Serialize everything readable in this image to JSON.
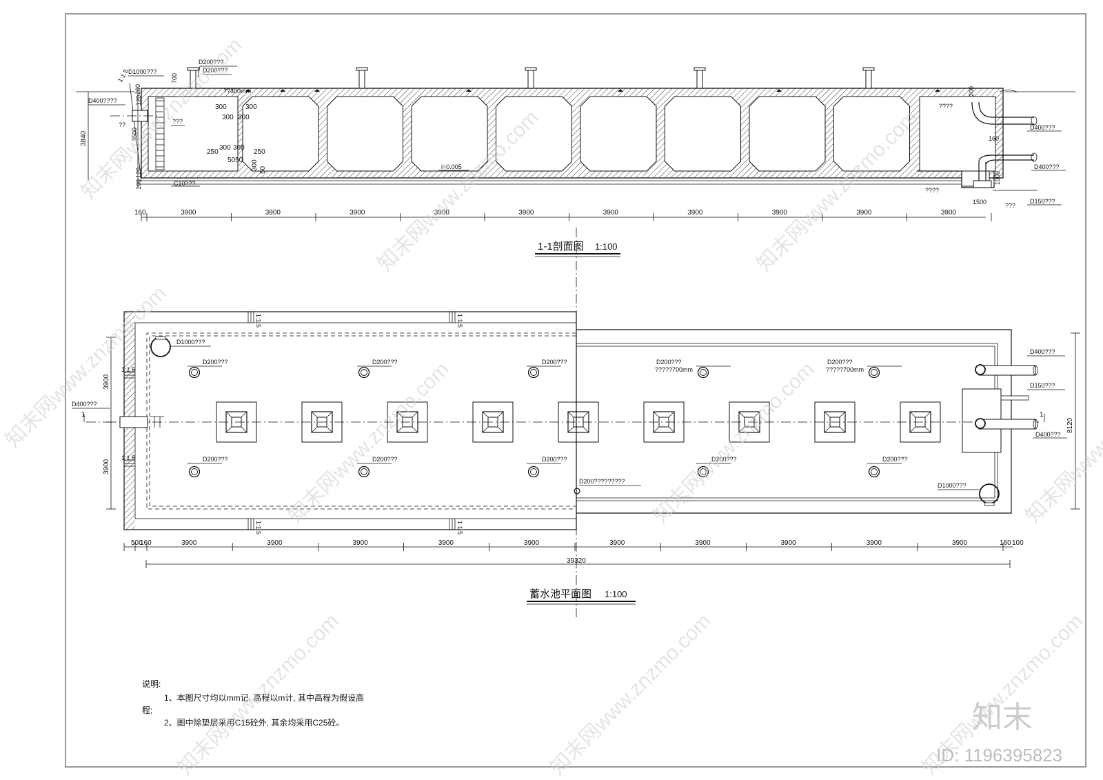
{
  "section": {
    "title": "1-1剖面图",
    "scale": "1:100",
    "labels": {
      "d200_a": "D200???",
      "d200_b": "D200???",
      "d1000": "D1000???",
      "d400_left": "D400????",
      "slope": "1:1.5",
      "dim_700": "700",
      "dim_200": "200",
      "cover_note": "??300mm",
      "w300a": "300",
      "w300b": "300",
      "w300c": "300",
      "w300d": "300",
      "w300e": "300",
      "w300f": "300",
      "d250a": "250",
      "d250b": "250",
      "d5050": "5050",
      "d300v": "300",
      "d50": "50",
      "q2": "??",
      "q3": "???",
      "c10": "C10???",
      "slope_i": "i=0.005",
      "right_q4a": "????",
      "right_q4b": "????",
      "d400_r1": "D400???",
      "d400_r2": "D400???",
      "d150": "D150???",
      "dim_160": "160",
      "dim_1000": "1000",
      "dim_1500": "1500",
      "dim_q3": "???",
      "r200": "200",
      "v3840": "3840",
      "v3500": "3500",
      "v120a": "120",
      "v120b": "120",
      "v100": "100"
    },
    "dims_bottom": [
      "160",
      "3900",
      "3900",
      "3900",
      "3900",
      "3900",
      "3900",
      "3900",
      "3900",
      "3900",
      "3900"
    ]
  },
  "plan": {
    "title": "蓄水池平面图",
    "scale": "1:100",
    "labels": {
      "d1000_tl": "D1000???",
      "d1000_br": "D1000???",
      "d200": "D200???",
      "d200_700": "?????700mm",
      "d200_center": "D200?????????",
      "d400_left": "D400???",
      "d400_r1": "D400???",
      "d400_r2": "D400???",
      "d150": "D150???",
      "slope": "1:1.5",
      "cut": "1",
      "v3900a": "3900",
      "v3900b": "3900",
      "v8120": "8120"
    },
    "dims_left": [
      "500",
      "160"
    ],
    "dims_bottom": [
      "3900",
      "3900",
      "3900",
      "3900",
      "3900",
      "3900",
      "3900",
      "3900",
      "3900",
      "3900"
    ],
    "dims_right": [
      "160",
      "100"
    ],
    "total": "39320"
  },
  "notes": {
    "heading": "说明:",
    "line1": "1、本图尺寸均以mm记, 高程以m计, 其中高程为假设高",
    "line1b": "程;",
    "line2": "2、图中除垫层采用C15砼外, 其余均采用C25砼。"
  },
  "watermark": {
    "text": "知末网www.znzmo.com",
    "brand": "知末",
    "id": "ID: 1196395823"
  }
}
